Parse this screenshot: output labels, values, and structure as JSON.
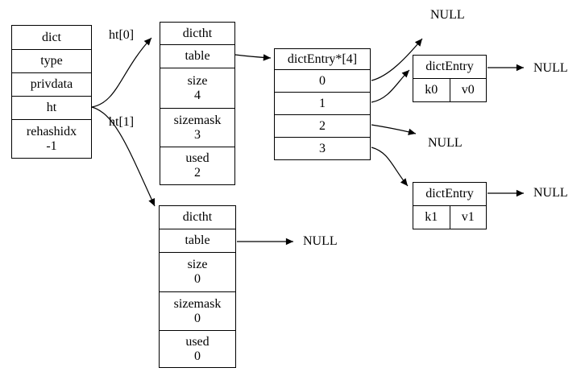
{
  "colors": {
    "line": "#000000",
    "background": "#ffffff"
  },
  "nodes": {
    "dict": {
      "rows": [
        {
          "label": "dict"
        },
        {
          "label": "type"
        },
        {
          "label": "privdata"
        },
        {
          "label": "ht"
        },
        {
          "label": "rehashidx",
          "value": "-1"
        }
      ]
    },
    "ht0": {
      "rows": [
        {
          "label": "dictht"
        },
        {
          "label": "table"
        },
        {
          "label": "size",
          "value": "4"
        },
        {
          "label": "sizemask",
          "value": "3"
        },
        {
          "label": "used",
          "value": "2"
        }
      ]
    },
    "ht1": {
      "rows": [
        {
          "label": "dictht"
        },
        {
          "label": "table"
        },
        {
          "label": "size",
          "value": "0"
        },
        {
          "label": "sizemask",
          "value": "0"
        },
        {
          "label": "used",
          "value": "0"
        }
      ]
    },
    "bucket_array": {
      "rows": [
        {
          "label": "dictEntry*[4]"
        },
        {
          "label": "0"
        },
        {
          "label": "1"
        },
        {
          "label": "2"
        },
        {
          "label": "3"
        }
      ]
    },
    "entry0": {
      "title": "dictEntry",
      "key": "k0",
      "value": "v0"
    },
    "entry1": {
      "title": "dictEntry",
      "key": "k1",
      "value": "v1"
    }
  },
  "edge_labels": {
    "ht0": "ht[0]",
    "ht1": "ht[1]"
  },
  "null_labels": {
    "bucket0": "NULL",
    "entry0_next": "NULL",
    "bucket2": "NULL",
    "entry1_next": "NULL",
    "ht1_table": "NULL"
  }
}
